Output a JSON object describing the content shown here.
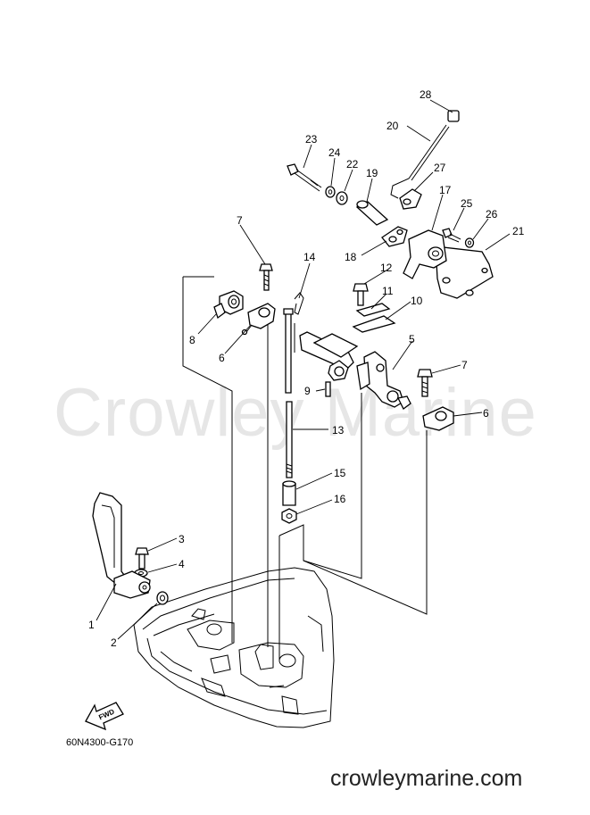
{
  "diagram": {
    "watermark": "Crowley Marine",
    "diagram_code": "60N4300-G170",
    "website": "crowleymarine.com",
    "fwd_label": "FWD",
    "callouts": [
      {
        "id": "c28",
        "label": "28"
      },
      {
        "id": "c20",
        "label": "20"
      },
      {
        "id": "c23",
        "label": "23"
      },
      {
        "id": "c24",
        "label": "24"
      },
      {
        "id": "c22",
        "label": "22"
      },
      {
        "id": "c19",
        "label": "19"
      },
      {
        "id": "c27",
        "label": "27"
      },
      {
        "id": "c17",
        "label": "17"
      },
      {
        "id": "c25",
        "label": "25"
      },
      {
        "id": "c26",
        "label": "26"
      },
      {
        "id": "c21",
        "label": "21"
      },
      {
        "id": "c18",
        "label": "18"
      },
      {
        "id": "c7a",
        "label": "7"
      },
      {
        "id": "c14",
        "label": "14"
      },
      {
        "id": "c12",
        "label": "12"
      },
      {
        "id": "c11",
        "label": "11"
      },
      {
        "id": "c10",
        "label": "10"
      },
      {
        "id": "c8",
        "label": "8"
      },
      {
        "id": "c6a",
        "label": "6"
      },
      {
        "id": "c5",
        "label": "5"
      },
      {
        "id": "c7b",
        "label": "7"
      },
      {
        "id": "c9",
        "label": "9"
      },
      {
        "id": "c6b",
        "label": "6"
      },
      {
        "id": "c13",
        "label": "13"
      },
      {
        "id": "c15",
        "label": "15"
      },
      {
        "id": "c16",
        "label": "16"
      },
      {
        "id": "c3",
        "label": "3"
      },
      {
        "id": "c4",
        "label": "4"
      },
      {
        "id": "c1",
        "label": "1"
      },
      {
        "id": "c2",
        "label": "2"
      }
    ]
  }
}
